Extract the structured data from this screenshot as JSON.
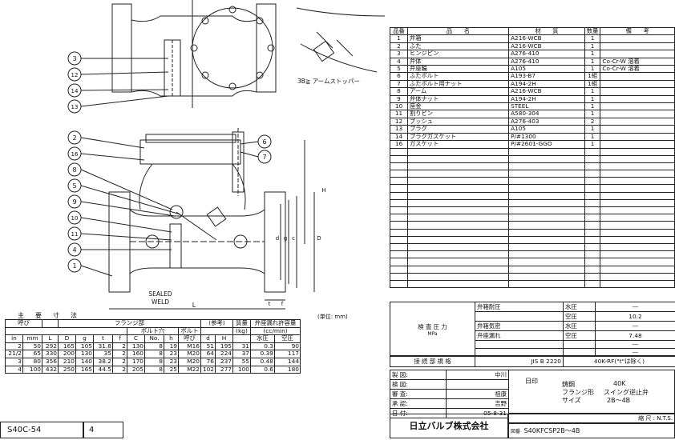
{
  "drawing": {
    "callouts": [
      "3",
      "12",
      "14",
      "13",
      "2",
      "16",
      "8",
      "5",
      "9",
      "10",
      "11",
      "4",
      "1",
      "6",
      "7"
    ],
    "view_note": "3B≧ アームストッパー",
    "weld_note": "SEALED\nWELD",
    "dim_letters": {
      "L": "L",
      "H": "H",
      "t": "t",
      "f": "f",
      "d": "d",
      "g": "g",
      "c": "c",
      "D": "D"
    }
  },
  "bom": {
    "headers": [
      "品番",
      "品　　名",
      "材　　質",
      "数量",
      "備　　考"
    ],
    "rows": [
      [
        "1",
        "弁箱",
        "A216-WCB",
        "1",
        ""
      ],
      [
        "2",
        "ふた",
        "A216-WCB",
        "1",
        ""
      ],
      [
        "3",
        "ヒンジピン",
        "A276-410",
        "1",
        ""
      ],
      [
        "4",
        "弁体",
        "A276-410",
        "1",
        "Co-Cr-W 溶着"
      ],
      [
        "5",
        "弁座輪",
        "A105",
        "1",
        "Co-Cr-W 溶着"
      ],
      [
        "6",
        "ふたボルト",
        "A193-B7",
        "1組",
        ""
      ],
      [
        "7",
        "ふたボルト用ナット",
        "A194-2H",
        "1組",
        ""
      ],
      [
        "8",
        "アーム",
        "A216-WCB",
        "1",
        ""
      ],
      [
        "9",
        "弁体ナット",
        "A194-2H",
        "1",
        ""
      ],
      [
        "10",
        "座金",
        "STEEL",
        "1",
        ""
      ],
      [
        "11",
        "割りピン",
        "A580-304",
        "1",
        ""
      ],
      [
        "12",
        "ブッシュ",
        "A276-403",
        "2",
        ""
      ],
      [
        "13",
        "プラグ",
        "A105",
        "1",
        ""
      ],
      [
        "14",
        "プラグガスケット",
        "P/#1300",
        "1",
        ""
      ],
      [
        "16",
        "ガスケット",
        "P/#2601-GGO",
        "1",
        ""
      ]
    ],
    "blank_rows": 19
  },
  "dimensions": {
    "title": "主　要　寸　法",
    "unit": "(単位: mm)",
    "header_top": [
      "呼び",
      "",
      "フランジ部",
      "(参考)",
      "質量",
      "弁座漏れ許容量"
    ],
    "header_mid": [
      "ボルト穴",
      "ボルト",
      "(kg)",
      "(cc/min)"
    ],
    "header_bot": [
      "in",
      "mm",
      "L",
      "D",
      "g",
      "t",
      "f",
      "C",
      "No.",
      "h",
      "呼び",
      "d",
      "H",
      "",
      "水圧",
      "空圧"
    ],
    "rows": [
      [
        "2",
        "50",
        "292",
        "165",
        "105",
        "31.8",
        "2",
        "130",
        "8",
        "19",
        "M16",
        "51",
        "195",
        "31",
        "0.3",
        "90"
      ],
      [
        "21/2",
        "65",
        "330",
        "200",
        "130",
        "35",
        "2",
        "160",
        "8",
        "23",
        "M20",
        "64",
        "224",
        "37",
        "0.39",
        "117"
      ],
      [
        "3",
        "80",
        "356",
        "210",
        "140",
        "38.2",
        "2",
        "170",
        "8",
        "23",
        "M20",
        "76",
        "237",
        "55",
        "0.48",
        "144"
      ],
      [
        "4",
        "100",
        "432",
        "250",
        "165",
        "44.5",
        "2",
        "205",
        "8",
        "25",
        "M22",
        "102",
        "277",
        "100",
        "0.6",
        "180"
      ]
    ]
  },
  "pressure": {
    "label": "検 査 圧 力",
    "unit": "MPa",
    "rows": [
      [
        "弁箱耐圧",
        "水圧",
        "―"
      ],
      [
        "",
        "空圧",
        "10.2"
      ],
      [
        "弁箱気密",
        "水圧",
        "―"
      ],
      [
        "弁座漏れ",
        "空圧",
        "7.48"
      ],
      [
        "",
        "",
        "―"
      ],
      [
        "",
        "",
        "―"
      ]
    ],
    "connection_label": "接 続 部 規 格",
    "connection_std": "JIS B 2220",
    "connection_type": "40K-RF(\"t\"は除く)"
  },
  "approvals": [
    [
      "製 図:",
      "中川"
    ],
    [
      "検 図:",
      ""
    ],
    [
      "審 査:",
      "祖康"
    ],
    [
      "承 認:",
      "吉野"
    ],
    [
      "日 付:",
      "05-8-31"
    ]
  ],
  "product": {
    "material": "鋳鋼",
    "rating": "40K",
    "type_label": "フランジ形",
    "type": "スイング逆止弁",
    "size_label": "サイズ",
    "size": "2B〜4B",
    "mark": "日印"
  },
  "company": "日立バルブ株式会社",
  "scale_label": "縮 尺 : N.T.S.",
  "drawing_no_label": "図番",
  "drawing_no": "S40KFCSP2B〜4B",
  "doc_code": "S40C-54",
  "page_no": "4"
}
